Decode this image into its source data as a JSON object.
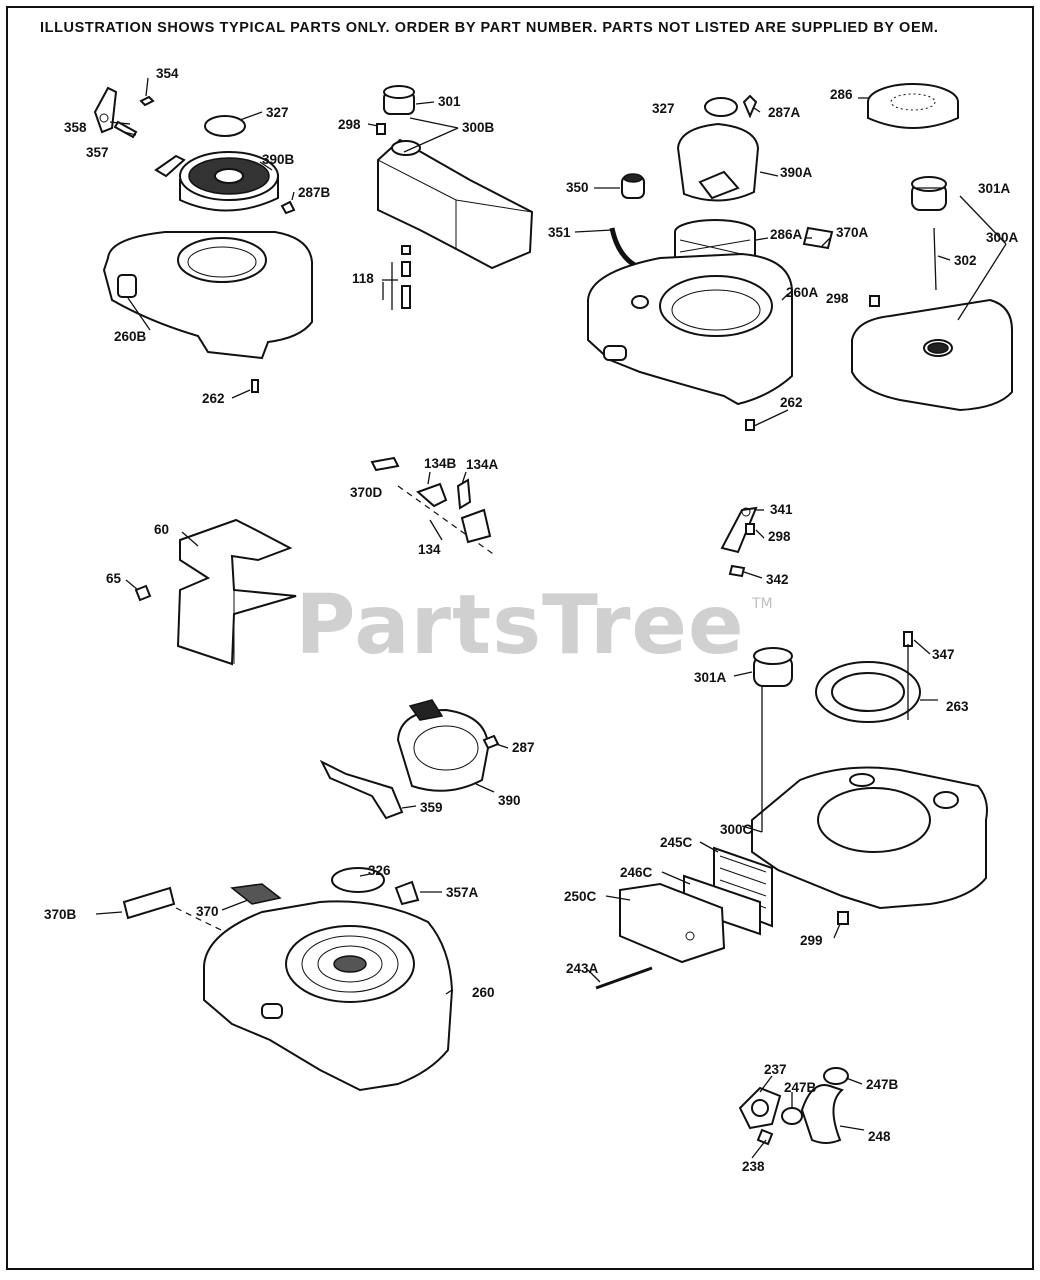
{
  "header": "ILLUSTRATION SHOWS TYPICAL PARTS ONLY. ORDER BY PART NUMBER. PARTS NOT LISTED ARE SUPPLIED BY OEM.",
  "watermark": {
    "text": "PartsTree",
    "trademark": "TM"
  },
  "labels": {
    "l354": "354",
    "l358": "358",
    "l357": "357",
    "l327a": "327",
    "l390b": "390B",
    "l287b": "287B",
    "l260b": "260B",
    "l262a": "262",
    "l301": "301",
    "l298a": "298",
    "l300b": "300B",
    "l118": "118",
    "l327b": "327",
    "l287a": "287A",
    "l286": "286",
    "l390a": "390A",
    "l350": "350",
    "l351": "351",
    "l286a": "286A",
    "l370a": "370A",
    "l301a": "301A",
    "l300a": "300A",
    "l302": "302",
    "l260a": "260A",
    "l298b": "298",
    "l262b": "262",
    "l370d": "370D",
    "l134b": "134B",
    "l134a": "134A",
    "l134": "134",
    "l60": "60",
    "l65": "65",
    "l341": "341",
    "l298c": "298",
    "l342": "342",
    "l347": "347",
    "l301a2": "301A",
    "l263": "263",
    "l287": "287",
    "l390": "390",
    "l359": "359",
    "l300c": "300C",
    "l326": "326",
    "l357a": "357A",
    "l370b": "370B",
    "l370": "370",
    "l245c": "245C",
    "l246c": "246C",
    "l250c": "250C",
    "l299": "299",
    "l243a": "243A",
    "l260": "260",
    "l237": "237",
    "l247b1": "247B",
    "l247b2": "247B",
    "l248": "248",
    "l238": "238"
  }
}
